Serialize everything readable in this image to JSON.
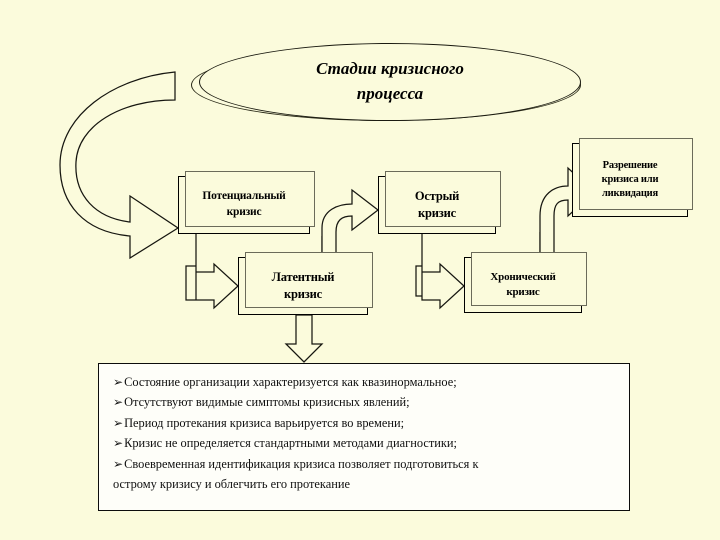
{
  "slide": {
    "background_color": "#FBFBDC",
    "title": {
      "line1": "Стадии кризисного",
      "line2": "процесса"
    }
  },
  "diagram": {
    "type": "flowchart",
    "nodes": [
      {
        "id": "potential",
        "label_line1": "Потенциальный",
        "label_line2": "кризис",
        "label_line3": ""
      },
      {
        "id": "acute",
        "label_line1": "Острый",
        "label_line2": "кризис",
        "label_line3": ""
      },
      {
        "id": "resolution",
        "label_line1": "Разрешение",
        "label_line2": "кризиса или",
        "label_line3": "ликвидация"
      },
      {
        "id": "latent",
        "label_line1": "Латентный",
        "label_line2": "кризис",
        "label_line3": ""
      },
      {
        "id": "chronic",
        "label_line1": "Хронический",
        "label_line2": "кризис",
        "label_line3": ""
      }
    ],
    "edges": [
      {
        "from": "cycle-start",
        "to": "potential",
        "style": "large-curved-block-arrow"
      },
      {
        "from": "potential",
        "to": "latent",
        "style": "elbow-block-arrow"
      },
      {
        "from": "latent",
        "to": "acute",
        "style": "curved-block-arrow"
      },
      {
        "from": "acute",
        "to": "chronic",
        "style": "elbow-block-arrow"
      },
      {
        "from": "chronic",
        "to": "resolution",
        "style": "curved-block-arrow"
      },
      {
        "from": "latent",
        "to": "notes",
        "style": "down-block-arrow"
      }
    ]
  },
  "notes": {
    "bullet_marker": "➢",
    "items": [
      "Состояние организации характеризуется как квазинормальное;",
      "Отсутствуют видимые симптомы кризисных явлений;",
      "Период протекания кризиса варьируется во времени;",
      "Кризис не определяется стандартными методами диагностики;",
      "Своевременная идентификация кризиса позволяет подготовиться к"
    ],
    "continuation": "острому кризису и облегчить его протекание"
  },
  "colors": {
    "background": "#FBFBDC",
    "stroke": "#111111",
    "note_fill": "#FEFEF9",
    "shadow_stroke": "#6B6B5A"
  }
}
